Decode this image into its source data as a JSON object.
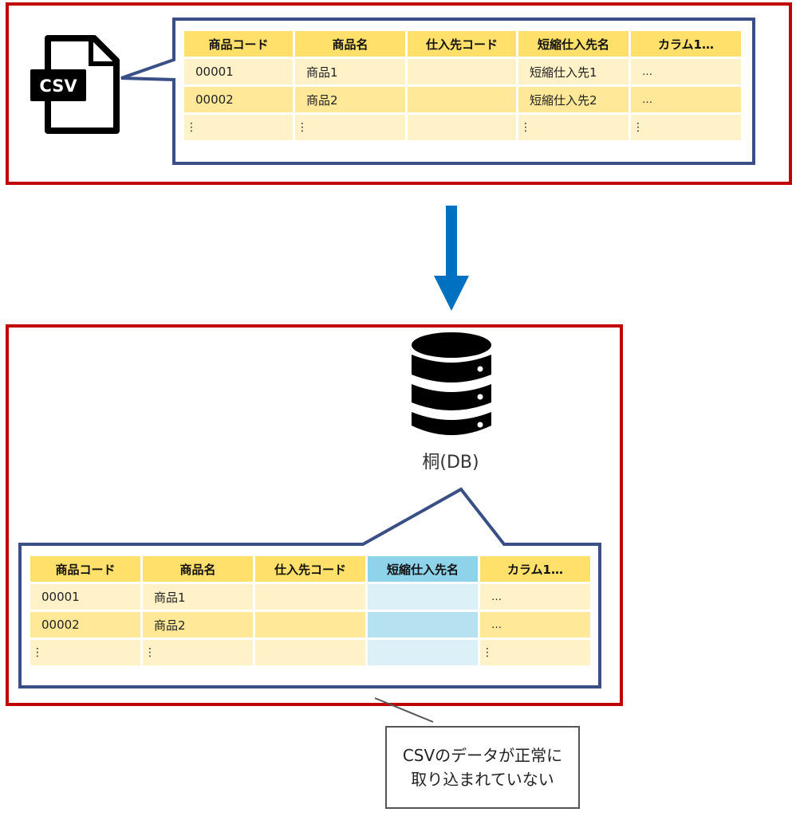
{
  "colors": {
    "frame": "#c00000",
    "callout": "#3a4f86",
    "arrow": "#0070c0",
    "header": "#ffe06a",
    "row_light": "#fff2c8",
    "row_dark": "#ffe898",
    "highlight_header": "#8fd3ea",
    "highlight_cell": "#dbf1f7"
  },
  "csv_section": {
    "icon": "csv-file-icon",
    "icon_label": "CSV",
    "table": {
      "headers": [
        "商品コード",
        "商品名",
        "仕入先コード",
        "短縮仕入先名",
        "カラム1…"
      ],
      "rows": [
        [
          "00001",
          "商品1",
          "",
          "短縮仕入先1",
          "…"
        ],
        [
          "00002",
          "商品2",
          "",
          "短縮仕入先2",
          "…"
        ],
        [
          "⋮",
          "⋮",
          "",
          "⋮",
          "⋮"
        ]
      ]
    }
  },
  "arrow": {
    "icon": "arrow-down-icon"
  },
  "db_section": {
    "icon": "database-icon",
    "label": "桐(DB)",
    "table": {
      "headers": [
        "商品コード",
        "商品名",
        "仕入先コード",
        "短縮仕入先名",
        "カラム1…"
      ],
      "highlighted_column": "短縮仕入先名",
      "rows": [
        [
          "00001",
          "商品1",
          "",
          "",
          "…"
        ],
        [
          "00002",
          "商品2",
          "",
          "",
          "…"
        ],
        [
          "⋮",
          "⋮",
          "",
          "",
          "⋮"
        ]
      ]
    }
  },
  "note": {
    "line1": "CSVのデータが正常に",
    "line2": "取り込まれていない"
  }
}
